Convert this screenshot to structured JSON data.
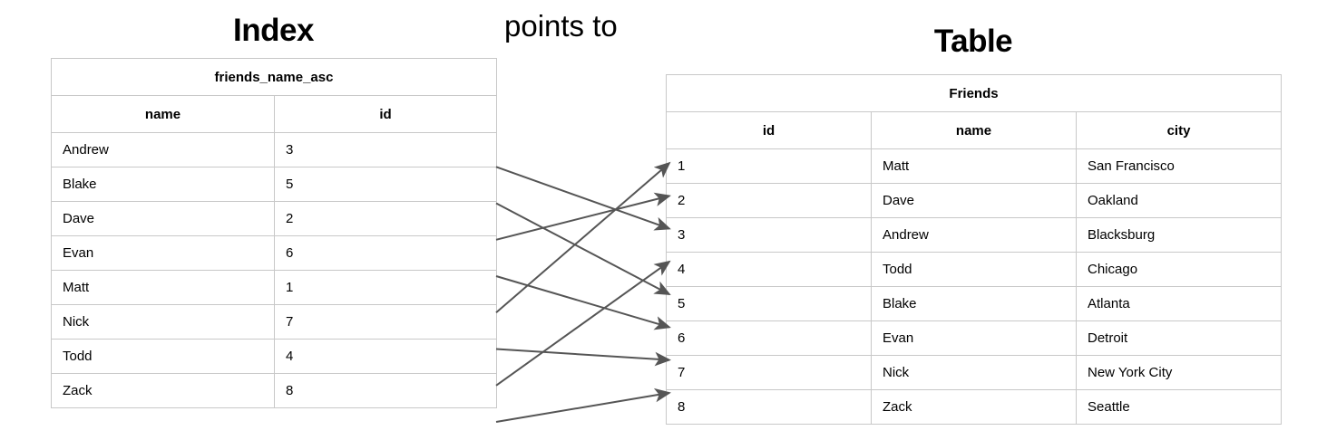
{
  "headings": {
    "index_title": "Index",
    "table_title": "Table",
    "relation_label": "points to"
  },
  "index": {
    "name": "friends_name_asc",
    "columns": [
      "name",
      "id"
    ],
    "rows": [
      {
        "name": "Andrew",
        "id": "3"
      },
      {
        "name": "Blake",
        "id": "5"
      },
      {
        "name": "Dave",
        "id": "2"
      },
      {
        "name": "Evan",
        "id": "6"
      },
      {
        "name": "Matt",
        "id": "1"
      },
      {
        "name": "Nick",
        "id": "7"
      },
      {
        "name": "Todd",
        "id": "4"
      },
      {
        "name": "Zack",
        "id": "8"
      }
    ]
  },
  "table": {
    "name": "Friends",
    "columns": [
      "id",
      "name",
      "city"
    ],
    "rows": [
      {
        "id": "1",
        "name": "Matt",
        "city": "San Francisco"
      },
      {
        "id": "2",
        "name": "Dave",
        "city": "Oakland"
      },
      {
        "id": "3",
        "name": "Andrew",
        "city": "Blacksburg"
      },
      {
        "id": "4",
        "name": "Todd",
        "city": "Chicago"
      },
      {
        "id": "5",
        "name": "Blake",
        "city": "Atlanta"
      },
      {
        "id": "6",
        "name": "Evan",
        "city": "Detroit"
      },
      {
        "id": "7",
        "name": "Nick",
        "city": "New York City"
      },
      {
        "id": "8",
        "name": "Zack",
        "city": "Seattle"
      }
    ]
  },
  "connections": [
    {
      "from_index_row": 0,
      "from_name": "Andrew",
      "to_table_id": "3"
    },
    {
      "from_index_row": 1,
      "from_name": "Blake",
      "to_table_id": "5"
    },
    {
      "from_index_row": 2,
      "from_name": "Dave",
      "to_table_id": "2"
    },
    {
      "from_index_row": 3,
      "from_name": "Evan",
      "to_table_id": "6"
    },
    {
      "from_index_row": 4,
      "from_name": "Matt",
      "to_table_id": "1"
    },
    {
      "from_index_row": 5,
      "from_name": "Nick",
      "to_table_id": "7"
    },
    {
      "from_index_row": 6,
      "from_name": "Todd",
      "to_table_id": "4"
    },
    {
      "from_index_row": 7,
      "from_name": "Zack",
      "to_table_id": "8"
    }
  ],
  "colors": {
    "arrow": "#555555",
    "border": "#c8c8c8",
    "text": "#000000",
    "background": "#ffffff"
  }
}
